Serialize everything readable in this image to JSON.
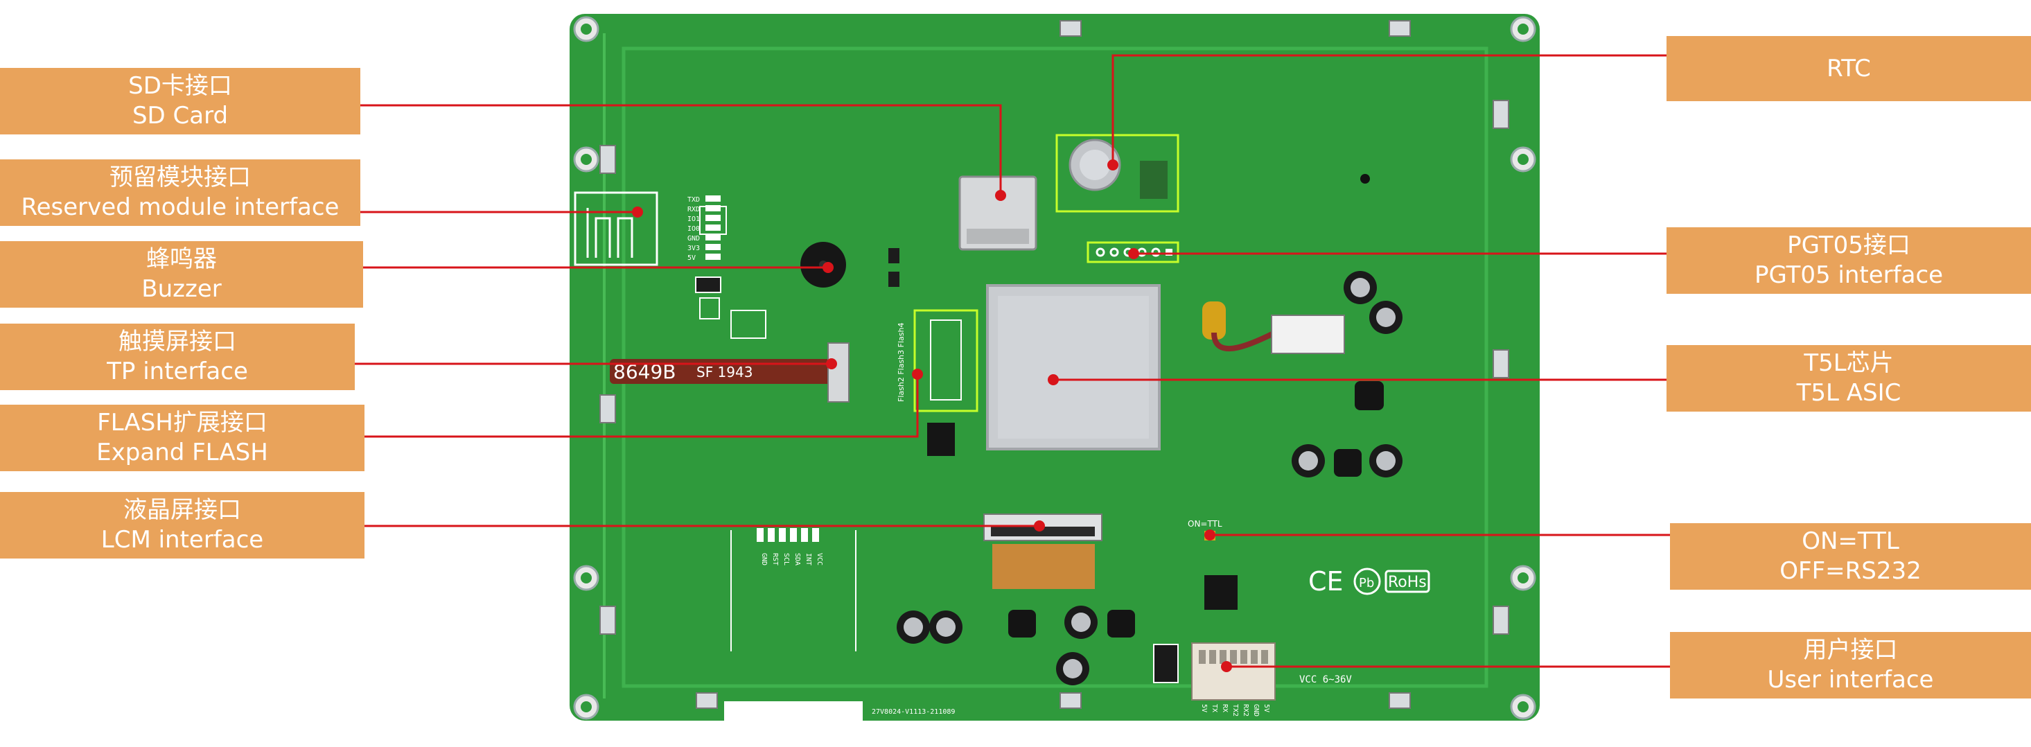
{
  "colors": {
    "label_bg": "#e9a35b",
    "label_text": "#ffffff",
    "pointer": "#d8141a",
    "board": "#2f9a3c",
    "highlight": "#c6ff2a",
    "shield": "#c9ccd0"
  },
  "callouts": [
    {
      "id": "sd-card",
      "zh": "SD卡接口",
      "en": "SD Card"
    },
    {
      "id": "reserved-module",
      "zh": "预留模块接口",
      "en": "Reserved module interface"
    },
    {
      "id": "buzzer",
      "zh": "蜂鸣器",
      "en": "Buzzer"
    },
    {
      "id": "tp-interface",
      "zh": "触摸屏接口",
      "en": "TP interface"
    },
    {
      "id": "expand-flash",
      "zh": "FLASH扩展接口",
      "en": "Expand FLASH"
    },
    {
      "id": "lcm-interface",
      "zh": "液晶屏接口",
      "en": "LCM interface"
    },
    {
      "id": "rtc",
      "zh": "",
      "en": "RTC"
    },
    {
      "id": "pgt05-interface",
      "zh": "PGT05接口",
      "en": "PGT05 interface"
    },
    {
      "id": "t5l-asic",
      "zh": "T5L芯片",
      "en": "T5L ASIC"
    },
    {
      "id": "ttl-rs232",
      "zh": "ON=TTL",
      "en": "OFF=RS232"
    },
    {
      "id": "user-interface",
      "zh": "用户接口",
      "en": "User interface"
    }
  ],
  "board_text": {
    "ribbon_code": "8649B",
    "ribbon_code2": "SF 1943",
    "pcb_code": "27V8024-V1113-211089",
    "vcc_label": "VCC 6~36V",
    "ttl_switch": "ON=TTL",
    "ce_mark": "CE",
    "pb_mark": "Pb",
    "rohs_mark": "RoHs",
    "flash_silk": "Flash2 Flash3 Flash4",
    "module_pins": [
      "TXD",
      "RXD",
      "IO1",
      "IO0",
      "GND",
      "3V3",
      "5V"
    ],
    "lcm_pins": [
      "GND",
      "RST",
      "SCL",
      "SDA",
      "INT",
      "VCC"
    ],
    "user_pins": [
      "5V",
      "TX",
      "RX",
      "TX2",
      "RX2",
      "GND",
      "5V"
    ]
  }
}
